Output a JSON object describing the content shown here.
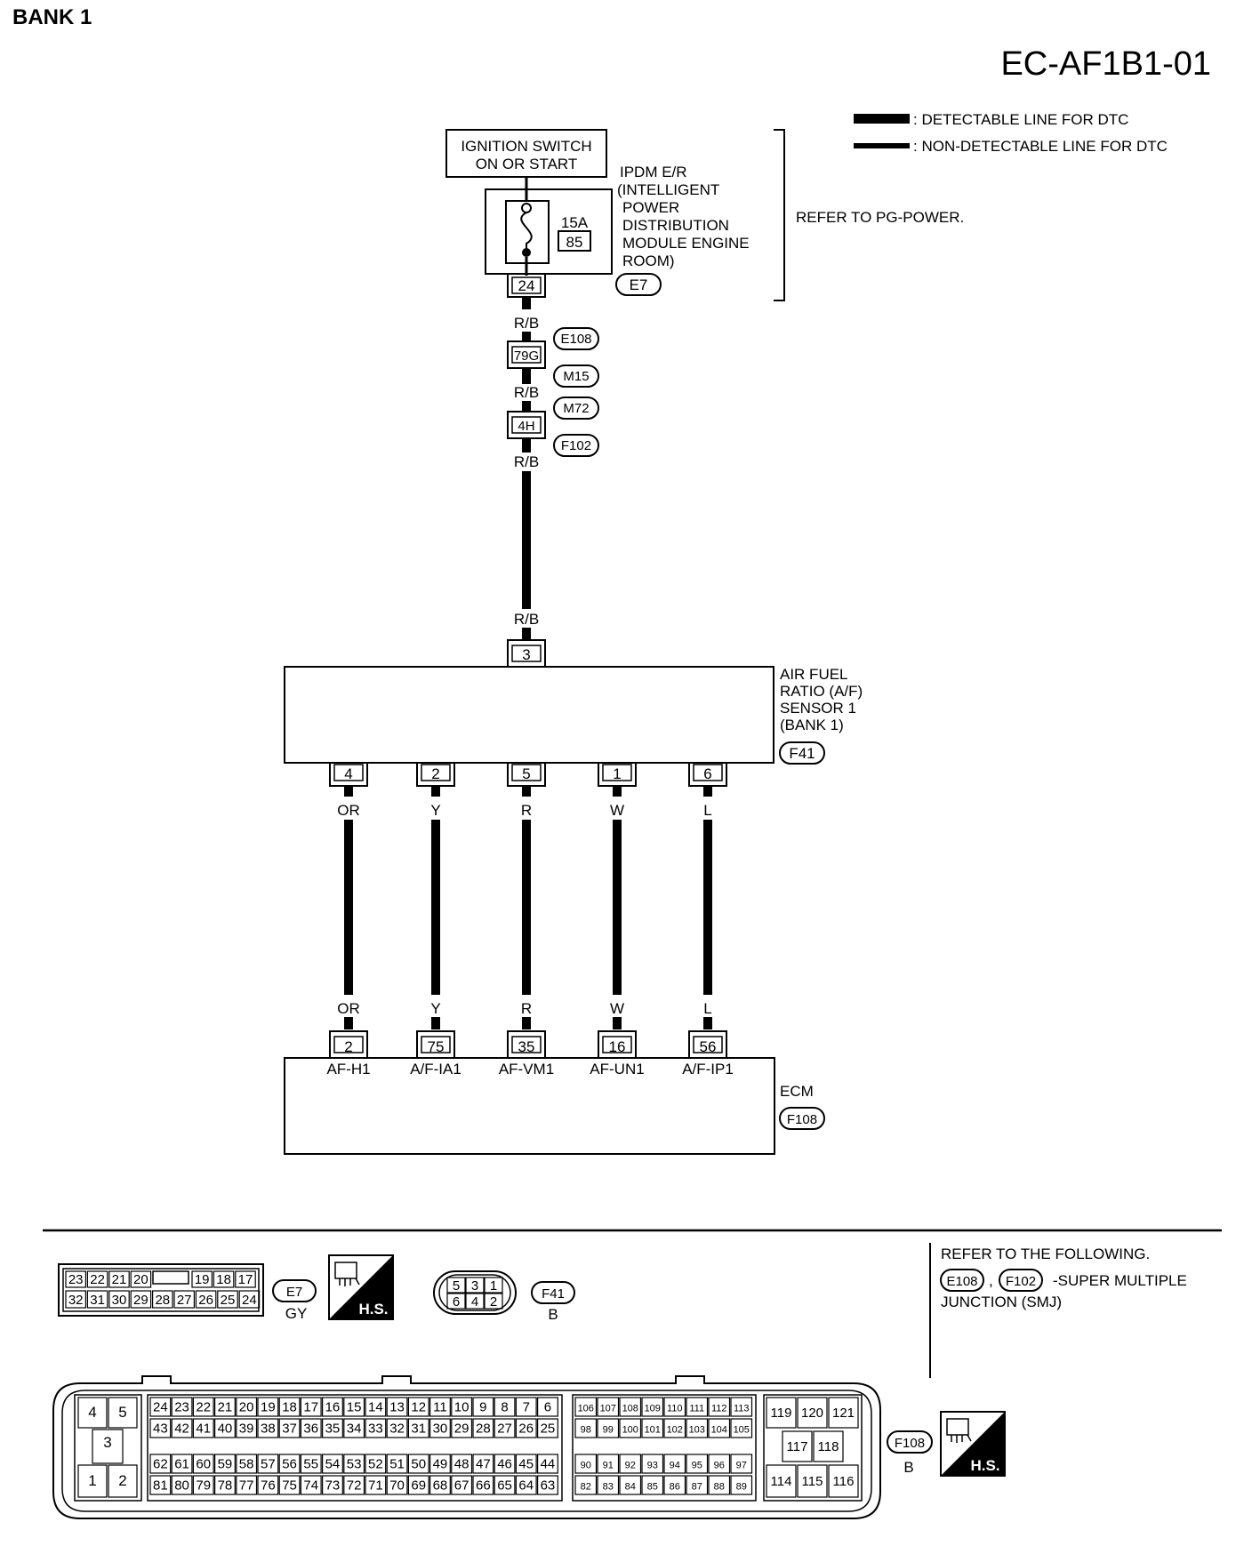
{
  "page": {
    "section": "BANK 1",
    "code": "EC-AF1B1-01"
  },
  "legend": [
    {
      "label": ": DETECTABLE LINE FOR DTC"
    },
    {
      "label": ": NON-DETECTABLE LINE FOR DTC"
    }
  ],
  "refer_power": "REFER TO PG-POWER.",
  "ignition": [
    "IGNITION SWITCH",
    "ON OR START"
  ],
  "ipdm": {
    "label_lines": [
      "IPDM E/R",
      "(INTELLIGENT",
      "POWER",
      "DISTRIBUTION",
      "MODULE ENGINE",
      "ROOM)"
    ],
    "fuse_amp": "15A",
    "fuse_no": "85",
    "terminal": "24",
    "connector": "E7"
  },
  "feed": {
    "color": "R/B",
    "joints": [
      {
        "terminal": "79G",
        "connectors": [
          "E108",
          "M15"
        ]
      },
      {
        "terminal": "4H",
        "connectors": [
          "M72",
          "F102"
        ]
      }
    ]
  },
  "sensor": {
    "label_lines": [
      "AIR FUEL",
      "RATIO (A/F)",
      "SENSOR 1",
      "(BANK 1)"
    ],
    "connector": "F41",
    "top_terminal": "3"
  },
  "wires": [
    {
      "sensor_pin": "4",
      "color": "OR",
      "ecm_pin": "2",
      "signal": "AF-H1"
    },
    {
      "sensor_pin": "2",
      "color": "Y",
      "ecm_pin": "75",
      "signal": "A/F-IA1"
    },
    {
      "sensor_pin": "5",
      "color": "R",
      "ecm_pin": "35",
      "signal": "AF-VM1"
    },
    {
      "sensor_pin": "1",
      "color": "W",
      "ecm_pin": "16",
      "signal": "AF-UN1"
    },
    {
      "sensor_pin": "6",
      "color": "L",
      "ecm_pin": "56",
      "signal": "A/F-IP1"
    }
  ],
  "ecm": {
    "label": "ECM",
    "connector": "F108"
  },
  "refer_following": {
    "line1": "REFER TO THE FOLLOWING.",
    "connectors": [
      "E108",
      "F102"
    ],
    "line2_suffix": "-SUPER MULTIPLE",
    "line3": "JUNCTION (SMJ)"
  },
  "conn_e7": {
    "id": "E7",
    "color": "GY",
    "top_left": [
      "23",
      "22",
      "21",
      "20"
    ],
    "top_right": [
      "19",
      "18",
      "17"
    ],
    "bottom": [
      "32",
      "31",
      "30",
      "29",
      "28",
      "27",
      "26",
      "25",
      "24"
    ]
  },
  "conn_f41": {
    "id": "F41",
    "color": "B",
    "top": [
      "5",
      "3",
      "1"
    ],
    "bottom": [
      "6",
      "4",
      "2"
    ]
  },
  "hs_label": "H.S.",
  "conn_f108": {
    "id": "F108",
    "color": "B",
    "big": [
      "4",
      "5",
      "3",
      "1",
      "2"
    ],
    "b1_rows": [
      [
        "24",
        "23",
        "22",
        "21",
        "20",
        "19",
        "18",
        "17",
        "16",
        "15",
        "14",
        "13",
        "12",
        "11",
        "10",
        "9",
        "8",
        "7",
        "6"
      ],
      [
        "43",
        "42",
        "41",
        "40",
        "39",
        "38",
        "37",
        "36",
        "35",
        "34",
        "33",
        "32",
        "31",
        "30",
        "29",
        "28",
        "27",
        "26",
        "25"
      ],
      [
        "62",
        "61",
        "60",
        "59",
        "58",
        "57",
        "56",
        "55",
        "54",
        "53",
        "52",
        "51",
        "50",
        "49",
        "48",
        "47",
        "46",
        "45",
        "44"
      ],
      [
        "81",
        "80",
        "79",
        "78",
        "77",
        "76",
        "75",
        "74",
        "73",
        "72",
        "71",
        "70",
        "69",
        "68",
        "67",
        "66",
        "65",
        "64",
        "63"
      ]
    ],
    "b2_rows": [
      [
        "106",
        "107",
        "108",
        "109",
        "110",
        "111",
        "112",
        "113"
      ],
      [
        "98",
        "99",
        "100",
        "101",
        "102",
        "103",
        "104",
        "105"
      ],
      [
        "90",
        "91",
        "92",
        "93",
        "94",
        "95",
        "96",
        "97"
      ],
      [
        "82",
        "83",
        "84",
        "85",
        "86",
        "87",
        "88",
        "89"
      ]
    ],
    "b3_rows": [
      [
        "119",
        "120",
        "121"
      ],
      [
        "117",
        "118"
      ],
      [
        "114",
        "115",
        "116"
      ]
    ]
  }
}
